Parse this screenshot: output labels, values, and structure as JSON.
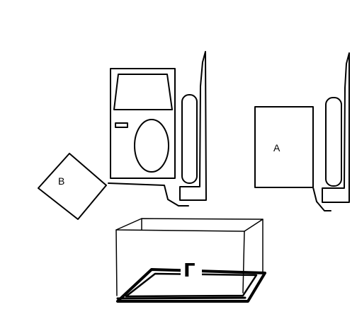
{
  "labels": {
    "a": "A",
    "b": "B",
    "gamma": "Г"
  },
  "colors": {
    "stroke": "#000000",
    "background": "#ffffff"
  }
}
